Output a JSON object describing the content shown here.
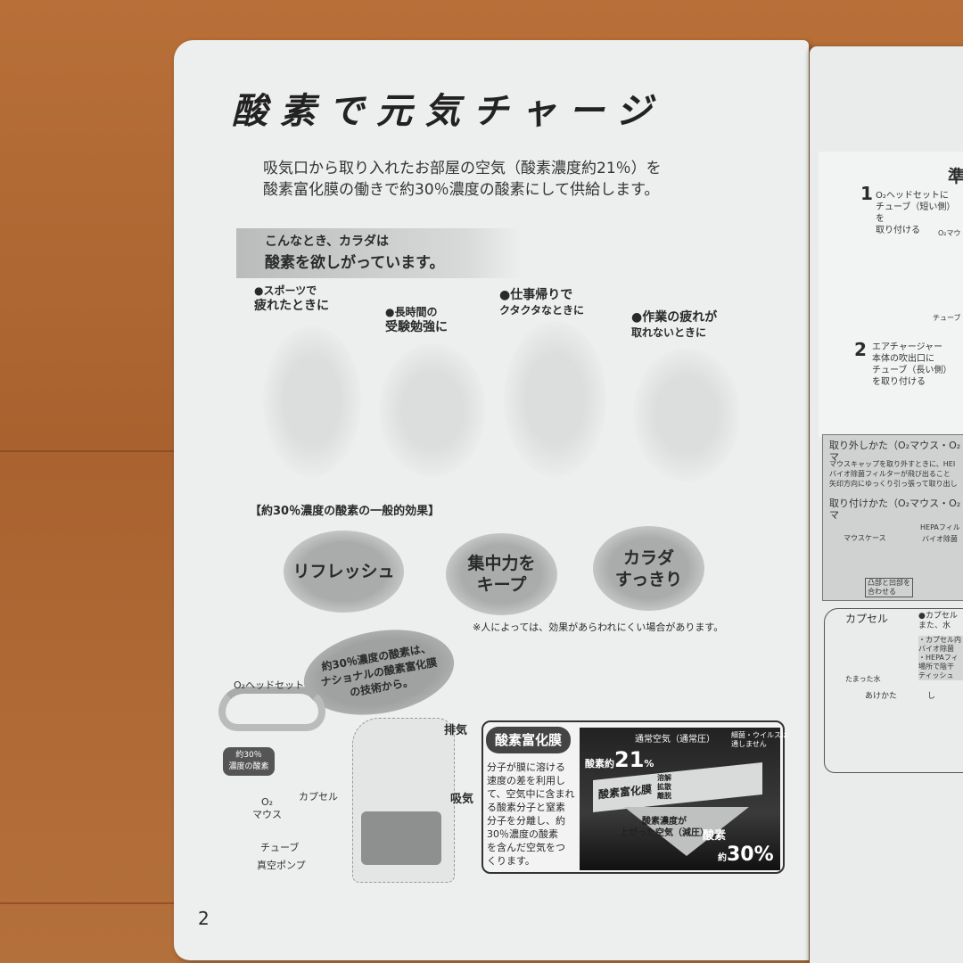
{
  "page": {
    "title": "酸素で元気チャージ",
    "intro": [
      "吸気口から取り入れたお部屋の空気（酸素濃度約21％）を",
      "酸素富化膜の働きで約30％濃度の酸素にして供給します。"
    ],
    "banner": {
      "line1": "こんなとき、カラダは",
      "line2": "酸素を欲しがっています。"
    },
    "situations": [
      {
        "line1": "●スポーツで",
        "line2": "疲れたときに"
      },
      {
        "line1": "●長時間の",
        "line2": "受験勉強に"
      },
      {
        "line1": "●仕事帰りで",
        "line2": "クタクタなときに"
      },
      {
        "line1": "●作業の疲れが",
        "line2": "取れないときに"
      }
    ],
    "effects_heading": "【約30％濃度の酸素の一般的効果】",
    "effects": [
      {
        "line1": "リフレッシュ",
        "line2": ""
      },
      {
        "line1": "集中力を",
        "line2": "キープ"
      },
      {
        "line1": "カラダ",
        "line2": "すっきり"
      }
    ],
    "note": "※人によっては、効果があらわれにくい場合があります。",
    "bubble": [
      "約30％濃度の酸素は、",
      "ナショナルの酸素富化膜",
      "の技術から。"
    ],
    "diagram_labels": {
      "headset": "O₂ヘッドセット",
      "oxygen_tag": [
        "約30％",
        "濃度の酸素"
      ],
      "mouth": [
        "O₂",
        "マウス"
      ],
      "capsule": "カプセル",
      "tube": "チューブ",
      "pump": "真空ポンプ",
      "exhaust": "排気",
      "intake": "吸気"
    },
    "membrane_box": {
      "title": "酸素富化膜",
      "description": [
        "分子が膜に溶ける",
        "速度の差を利用し",
        "て、空気中に含まれ",
        "る酸素分子と窒素",
        "分子を分離し、約",
        "30％濃度の酸素",
        "を含んだ空気をつ",
        "くります。"
      ],
      "normal_air": "通常空気（通常圧）",
      "bacteria": [
        "細菌・ウイルスは",
        "通しません"
      ],
      "oxygen21_prefix": "酸素約",
      "oxygen21_value": "21",
      "oxygen21_unit": "%",
      "membrane_label": "酸素富化膜",
      "process": [
        "溶解",
        "拡散",
        "離脱"
      ],
      "enriched": [
        "酸素濃度が",
        "上がった空気（減圧）"
      ],
      "oxygen30_prefix": "酸素",
      "oxygen30_about": "約",
      "oxygen30_value": "30%"
    },
    "page_number": "2"
  },
  "sheet2": {
    "heading": "準",
    "step1": {
      "num": "1",
      "lines": [
        "O₂ヘッドセットに",
        "チューブ（短い側）を",
        "取り付ける"
      ]
    },
    "label_mouth": "O₂マウ",
    "label_tube": "チューブ",
    "step2": {
      "num": "2",
      "lines": [
        "エアチャージャー",
        "本体の吹出口に",
        "チューブ（長い側）",
        "を取り付ける"
      ]
    },
    "remove": {
      "title": "取り外しかた（O₂マウス・O₂マ",
      "lines": [
        "マウスキャップを取り外すときに、HEI",
        "バイオ除菌フィルターが飛び出ること",
        "矢印方向にゆっくり引っ張って取り出し"
      ]
    },
    "attach": {
      "title": "取り付けかた（O₂マウス・O₂マ",
      "hepa": "HEPAフィル",
      "bio": "バイオ除菌",
      "case": "マウスケース",
      "align": [
        "凸部と凹部を",
        "合わせる"
      ]
    },
    "capsule": {
      "title": "カプセル",
      "water": "たまった水",
      "bullet": [
        "●カプセル",
        "また、水"
      ],
      "notes": [
        "・カプセル内",
        "バイオ除菌",
        "・HEPAフィ",
        "場所で陰干",
        "ティッシュ"
      ],
      "open": "あけかた",
      "close": "し"
    }
  }
}
